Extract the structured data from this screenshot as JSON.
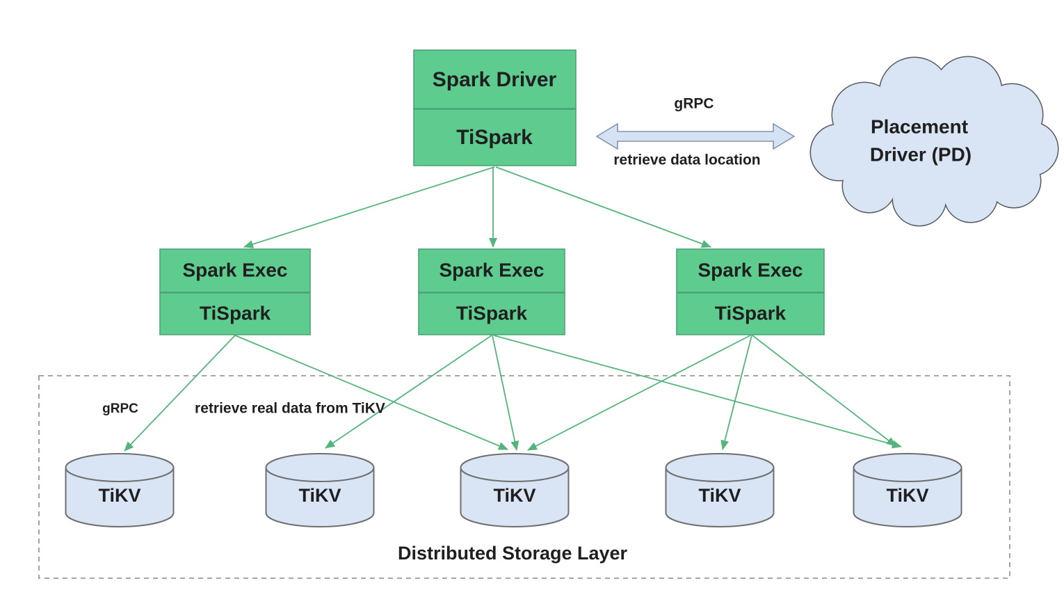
{
  "diagram": {
    "colors": {
      "box_green": "#5ecc8f",
      "box_green_border": "#4da377",
      "node_blue": "#d9e5f4",
      "node_border": "#6e6e6e",
      "arrow_blue_fill": "#d4e2f3",
      "arrow_blue_border": "#8193ac",
      "line_green": "#55b47c",
      "dashed_border": "#999999",
      "text_dark": "#1f1f1f"
    },
    "spark_driver": {
      "label": "Spark Driver",
      "sublabel": "TiSpark"
    },
    "pd_link": {
      "protocol": "gRPC",
      "action": "retrieve data location"
    },
    "placement_driver": {
      "line1": "Placement",
      "line2": "Driver (PD)"
    },
    "spark_executors": [
      {
        "label": "Spark Exec",
        "sublabel": "TiSpark"
      },
      {
        "label": "Spark Exec",
        "sublabel": "TiSpark"
      },
      {
        "label": "Spark Exec",
        "sublabel": "TiSpark"
      }
    ],
    "storage_layer": {
      "title": "Distributed Storage Layer",
      "protocol": "gRPC",
      "action": "retrieve real data from TiKV",
      "nodes": [
        "TiKV",
        "TiKV",
        "TiKV",
        "TiKV",
        "TiKV"
      ]
    }
  }
}
